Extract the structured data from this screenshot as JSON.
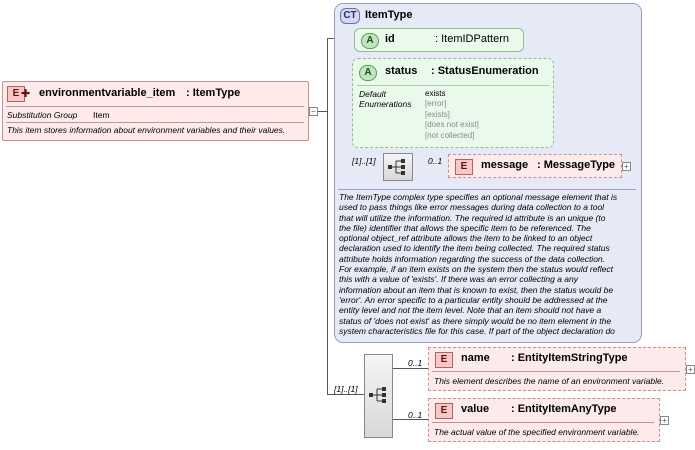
{
  "root": {
    "badge": "E",
    "name": "environmentvariable_item",
    "type": ": ItemType",
    "substitution_label": "Substitution Group",
    "substitution_value": "Item",
    "doc": "This item stores information about environment variables and their values."
  },
  "complex_type": {
    "badge": "CT",
    "name": "ItemType",
    "id_attr": {
      "badge": "A",
      "name": "id",
      "type": ": ItemIDPattern"
    },
    "status_attr": {
      "badge": "A",
      "name": "status",
      "type": ": StatusEnumeration",
      "default_label": "Default",
      "enum_label": "Enumerations",
      "default_value": "exists",
      "enumerations": [
        "[error]",
        "[exists]",
        "[does not exist]",
        "[not collected]"
      ]
    },
    "seq_cardinality": "[1]..[1]",
    "message": {
      "badge": "E",
      "cardinality": "0..1",
      "name": "message",
      "type": ": MessageType"
    },
    "doc_lines": [
      "The ItemType complex type specifies an optional message element that is",
      "used to pass things like error messages during data collection to a tool",
      "that will utilize the information. The required id attribute is an unique (to",
      "the file) identifier that allows the specific item to be referenced. The",
      "optional object_ref attribute allows the item to be linked to an object",
      "declaration used to identify the item being collected. The required status",
      "attribute holds information regarding the success of the data collection.",
      "For example, if an item exists on the system then the status would reflect",
      "this with a value of 'exists'. If there was an error collecting a any",
      "information about an item that is known to exist, then the status would be",
      "'error'. An error specific to a particular entity should be addressed at the",
      "entity level and not the item level. Note that an item should not have a",
      "status of 'does not exist' as there simply would be no item element in the",
      "system characteristics file for this case. If part of the object declaration do"
    ]
  },
  "outer_sequence": {
    "cardinality": "[1]..[1]"
  },
  "name_el": {
    "badge": "E",
    "cardinality": "0..1",
    "name": "name",
    "type": ": EntityItemStringType",
    "doc": "This element describes the name of an environment variable."
  },
  "value_el": {
    "badge": "E",
    "cardinality": "0..1",
    "name": "value",
    "type": ": EntityItemAnyType",
    "doc": "The actual value of the specified environment variable."
  }
}
